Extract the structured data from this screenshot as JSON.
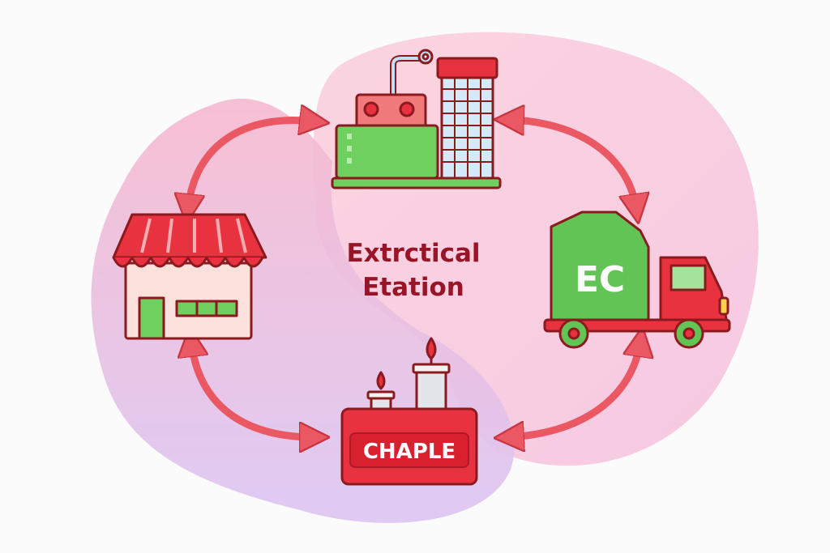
{
  "diagram": {
    "center_title_line1": "Extrctical",
    "center_title_line2": "Etation",
    "truck_label": "EC",
    "chapel_label": "CHAPLE",
    "nodes": [
      "factory",
      "store",
      "truck",
      "chapel"
    ],
    "colors": {
      "red": "#e8323f",
      "green": "#5cc14f",
      "dark_outline": "#8b1a1f",
      "title": "#9a1428",
      "arrow": "#ea5863"
    }
  }
}
